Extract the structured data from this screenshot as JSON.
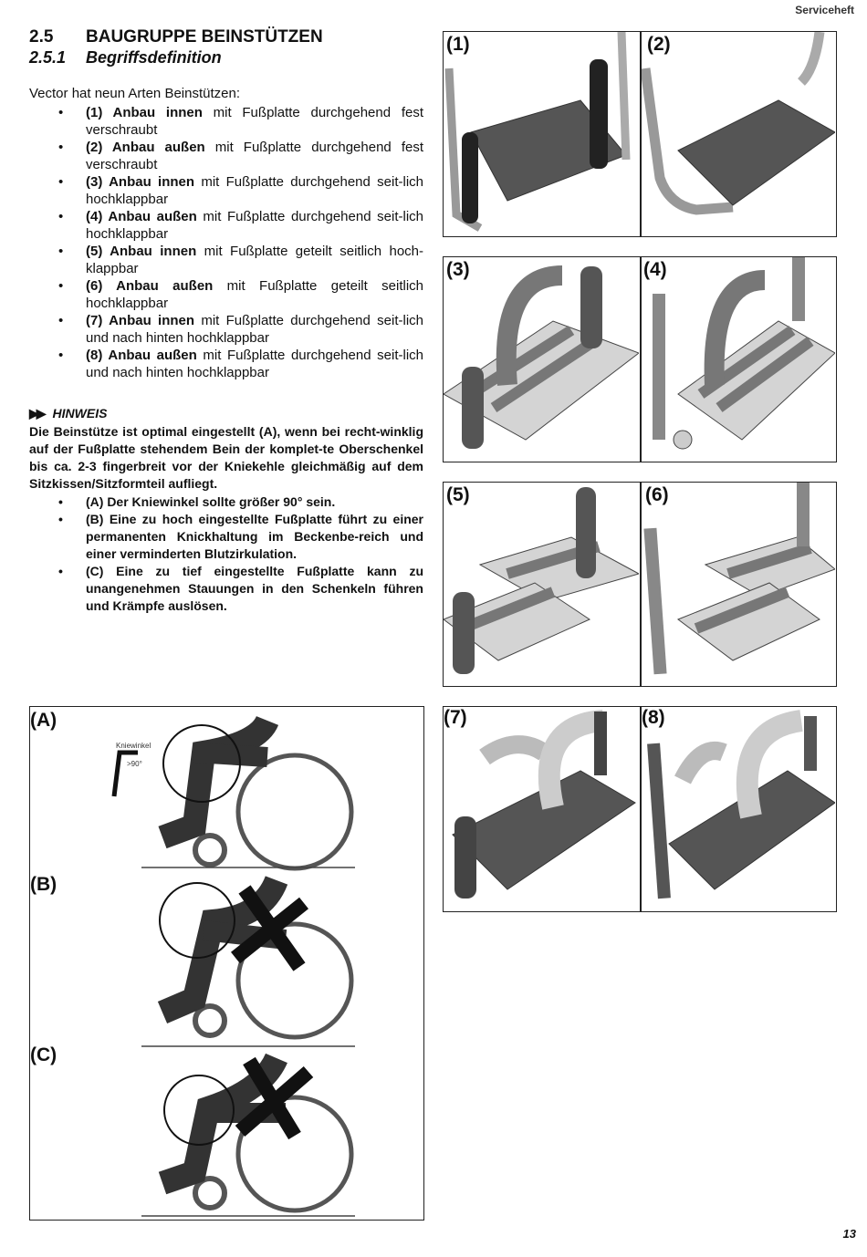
{
  "header": {
    "right": "Serviceheft"
  },
  "section": {
    "num": "2.5",
    "title": "BAUGRUPPE BEINSTÜTZEN"
  },
  "subsection": {
    "num": "2.5.1",
    "title": "Begriffsdefinition"
  },
  "intro": "Vector hat neun Arten Beinstützen:",
  "types": [
    {
      "bold": "(1) Anbau innen",
      "rest": " mit Fußplatte durchgehend fest verschraubt"
    },
    {
      "bold": "(2) Anbau außen",
      "rest": " mit Fußplatte durchgehend fest verschraubt"
    },
    {
      "bold": "(3) Anbau innen",
      "rest": " mit Fußplatte durchgehend seit-lich hochklappbar"
    },
    {
      "bold": "(4) Anbau außen",
      "rest": " mit Fußplatte durchgehend seit-lich hochklappbar"
    },
    {
      "bold": "(5) Anbau innen",
      "rest": " mit Fußplatte geteilt seitlich hoch-klappbar"
    },
    {
      "bold": "(6) Anbau außen",
      "rest": " mit Fußplatte geteilt seitlich hochklappbar"
    },
    {
      "bold": "(7) Anbau innen",
      "rest": " mit Fußplatte durchgehend seit-lich und nach hinten hochklappbar"
    },
    {
      "bold": "(8) Anbau außen",
      "rest": " mit Fußplatte durchgehend seit-lich und nach hinten hochklappbar"
    }
  ],
  "hint": {
    "title": "HINWEIS",
    "body": "Die Beinstütze ist optimal eingestellt (A), wenn bei recht-winklig auf der Fußplatte stehendem Bein der komplet-te Oberschenkel bis ca. 2-3 fingerbreit vor der Kniekehle gleichmäßig auf dem Sitzkissen/Sitzformteil aufliegt.",
    "notes": [
      "(A) Der Kniewinkel sollte größer 90° sein.",
      "(B) Eine zu hoch eingestellte Fußplatte führt zu einer permanenten Knickhaltung im Beckenbe-reich und einer verminderten Blutzirkulation.",
      "(C) Eine zu tief eingestellte Fußplatte kann zu unangenehmen Stauungen in den Schenkeln führen und Krämpfe auslösen."
    ]
  },
  "figures": {
    "labels": [
      "(1)",
      "(2)",
      "(3)",
      "(4)",
      "(5)",
      "(6)",
      "(7)",
      "(8)"
    ]
  },
  "posture": {
    "labels": [
      "(A)",
      "(B)",
      "(C)"
    ],
    "knee_label": "Kniewinkel",
    "angle_label": ">90°"
  },
  "page_number": "13"
}
